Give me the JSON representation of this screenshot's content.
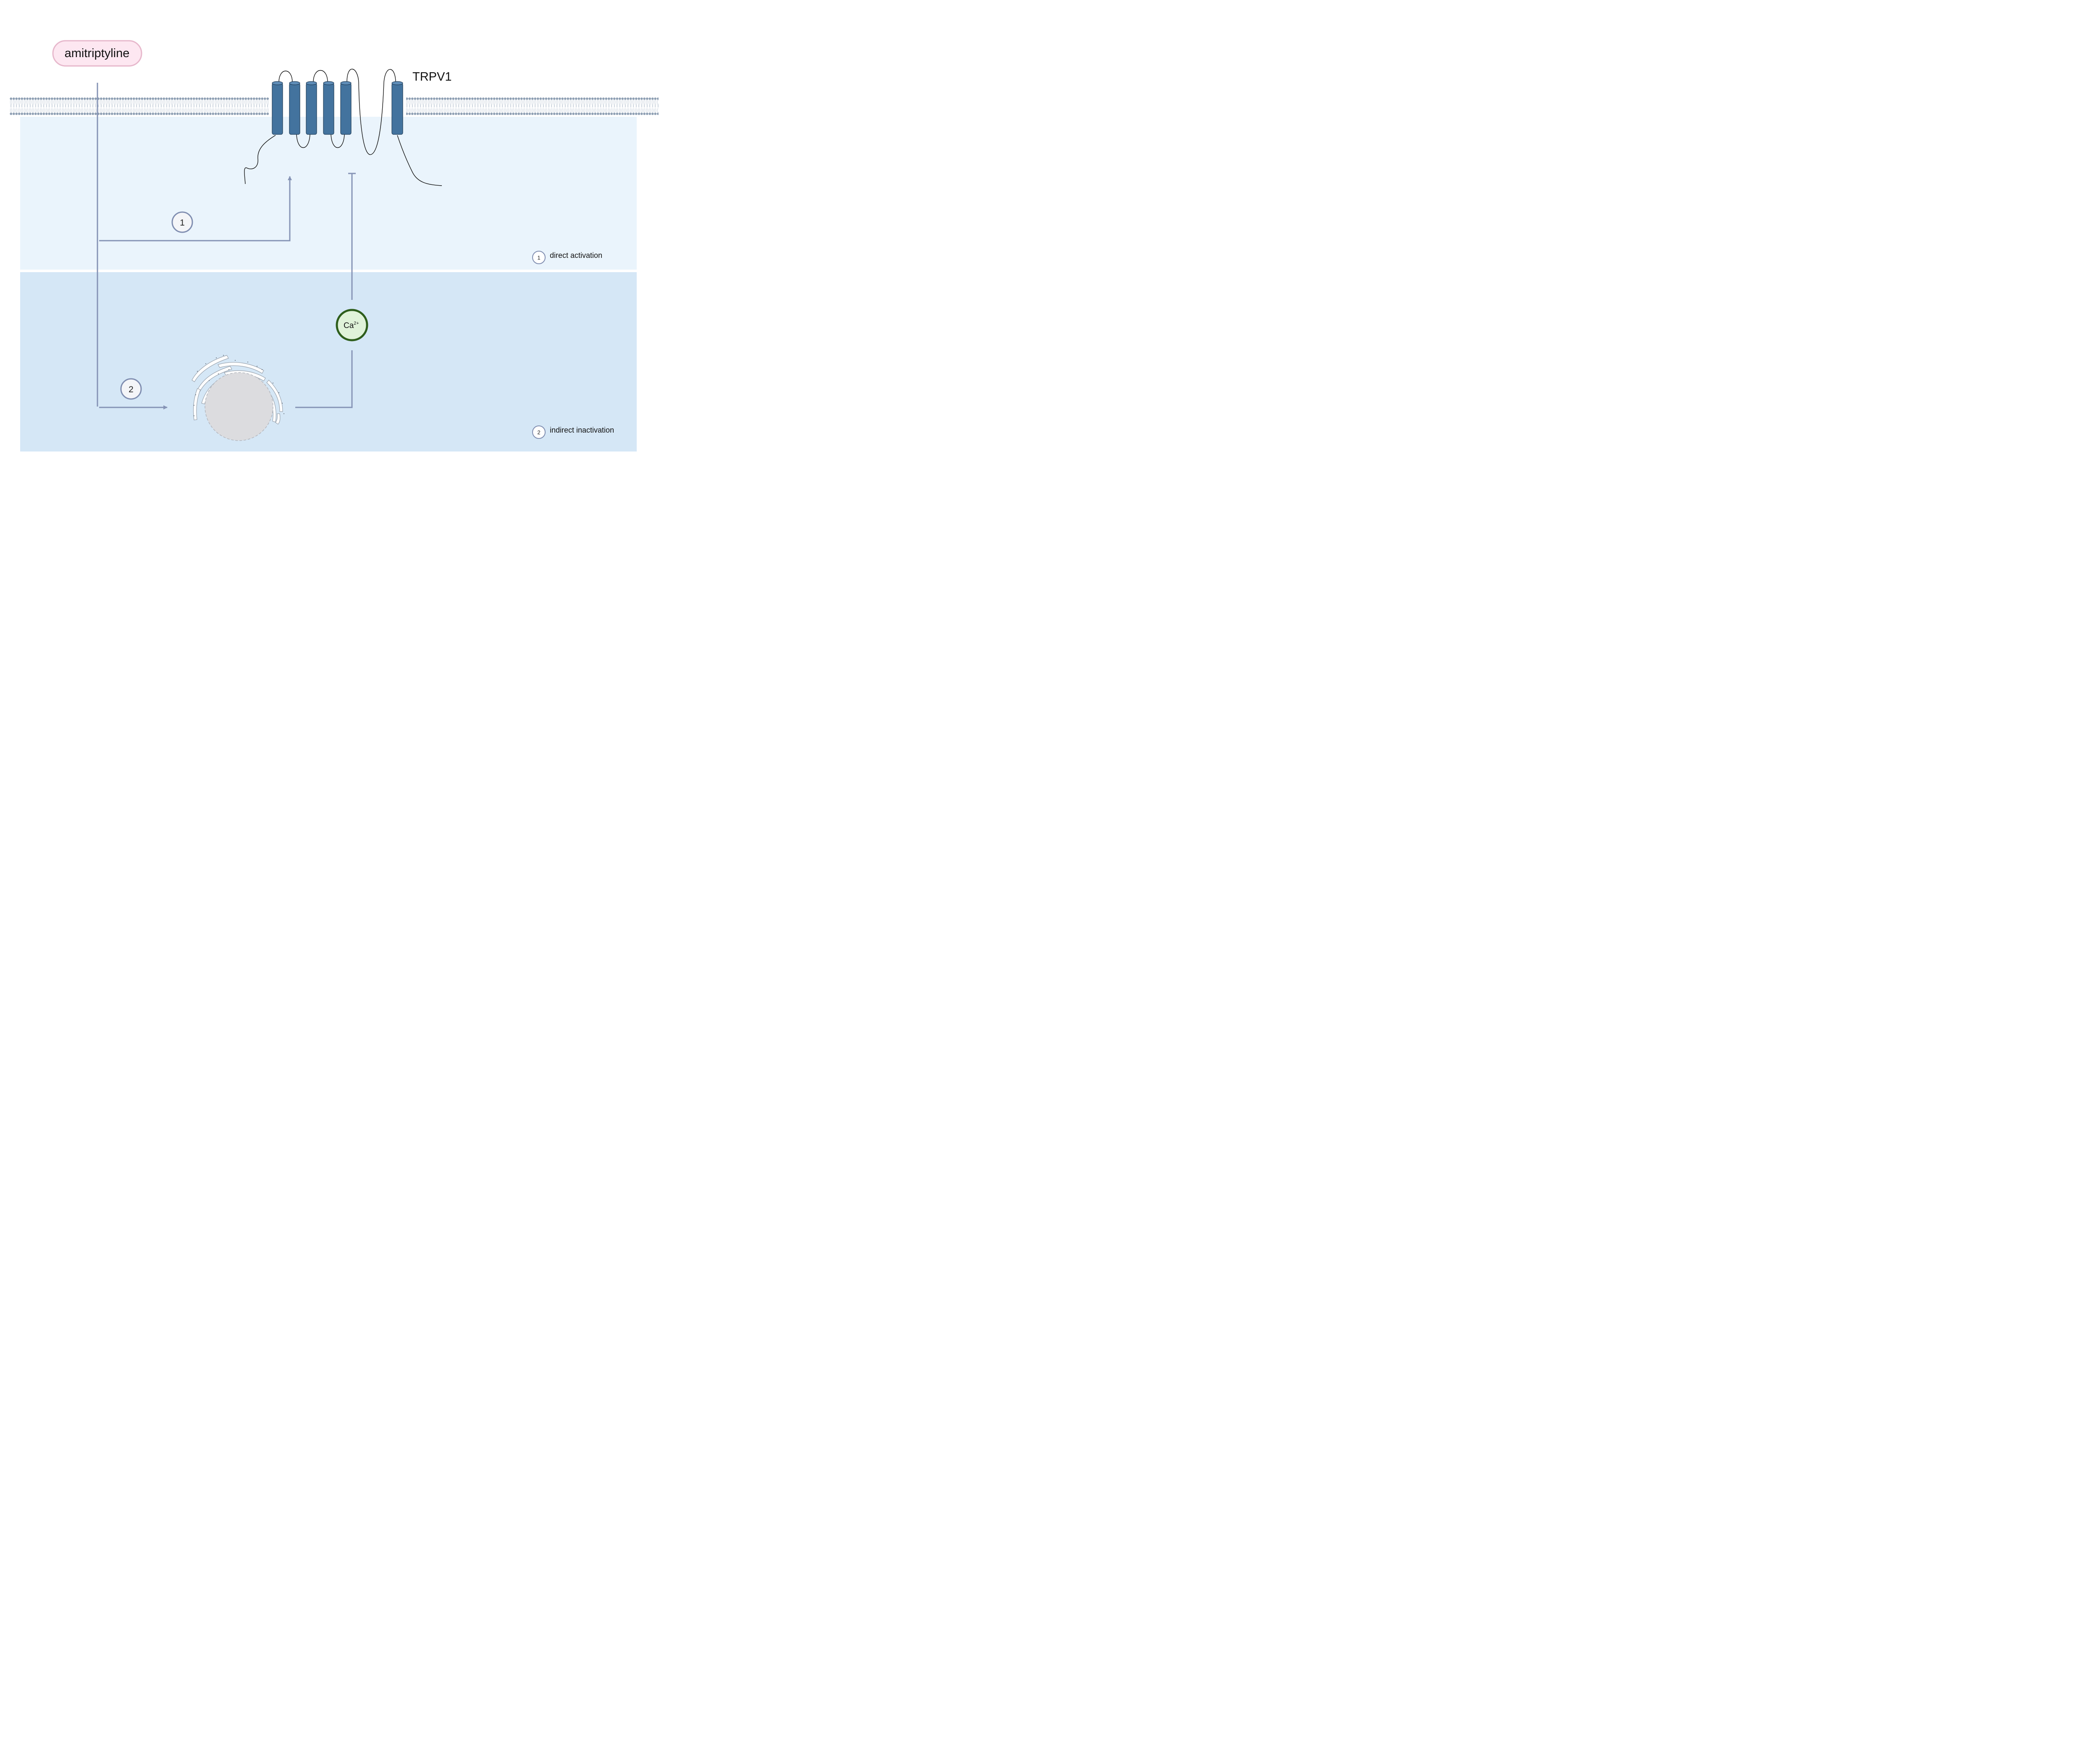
{
  "drug": {
    "label": "amitriptyline"
  },
  "channel": {
    "label": "TRPV1"
  },
  "steps": [
    {
      "number": "1"
    },
    {
      "number": "2"
    }
  ],
  "ion": {
    "symbol": "Ca",
    "charge": "2+"
  },
  "legend": [
    {
      "number": "1",
      "label": "direct activation"
    },
    {
      "number": "2",
      "label": "indirect inactivation"
    }
  ],
  "colors": {
    "cytoplasm_upper": "#eaf4fc",
    "cytoplasm_lower": "#d5e7f6",
    "membrane_dots": "#8e9fb3",
    "helix": "#43739e",
    "helix_top": "#5f8db8",
    "arrow": "#8593b5",
    "drug_fill": "#fde7f1",
    "drug_border": "#e7b8cc",
    "ion_fill": "#e0f3d9",
    "ion_border": "#2e5e1c",
    "er_fill": "#dcdcdf",
    "badge_fill": "#f4f5f8",
    "badge_border": "#7f8db0"
  },
  "icons": [
    "lipid-bilayer",
    "transmembrane-helix",
    "endoplasmic-reticulum",
    "calcium-ion"
  ]
}
